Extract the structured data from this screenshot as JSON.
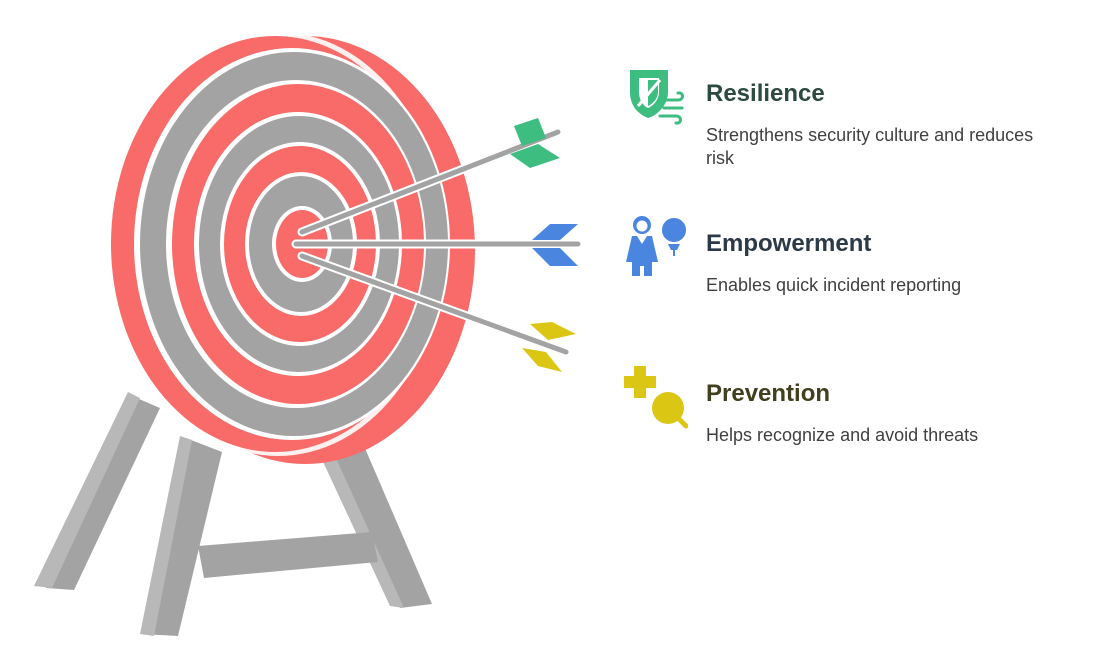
{
  "items": [
    {
      "title": "Resilience",
      "description": "Strengthens security culture and reduces risk",
      "icon": "shield-wind-icon",
      "color": "#3ebd80",
      "title_color": "#2c4a40"
    },
    {
      "title": "Empowerment",
      "description": "Enables quick incident reporting",
      "icon": "people-icon",
      "color": "#4a86e0",
      "title_color": "#2c3a48"
    },
    {
      "title": "Prevention",
      "description": "Helps recognize and avoid threats",
      "icon": "plus-magnifier-icon",
      "color": "#dcc614",
      "title_color": "#40401e"
    }
  ],
  "target": {
    "ring_color": "#f96b68",
    "gray_color": "#a3a3a3"
  }
}
